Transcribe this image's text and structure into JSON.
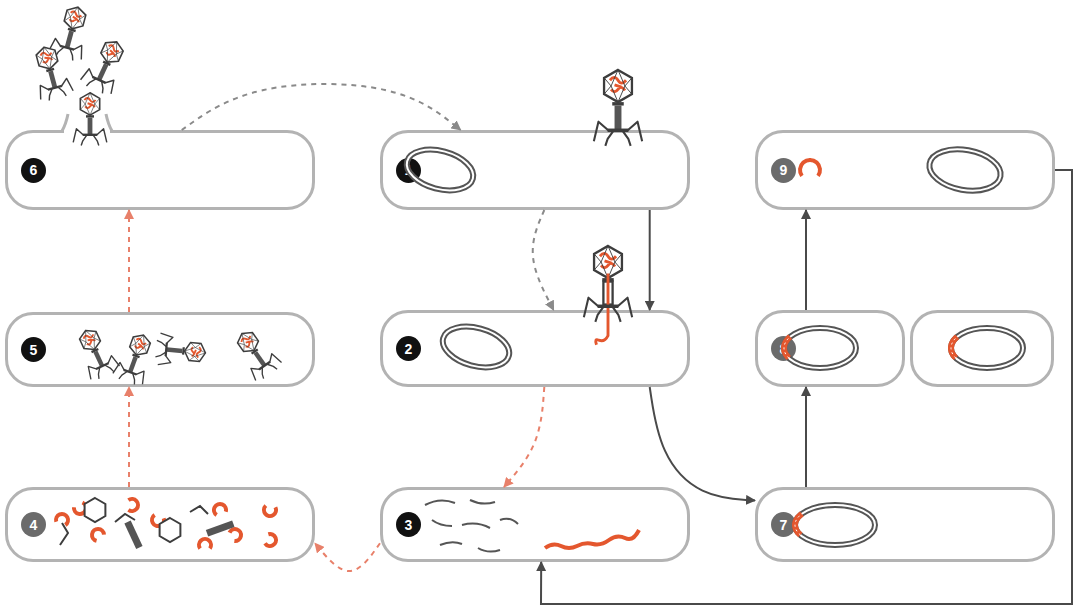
{
  "diagram": {
    "nodes": [
      {
        "text": [
          "1"
        ]
      },
      {
        "text": [
          "2"
        ]
      },
      {
        "text": [
          "3"
        ]
      },
      {
        "text": [
          "4"
        ]
      },
      {
        "text": [
          "5"
        ]
      },
      {
        "text": [
          "6"
        ]
      },
      {
        "text": [
          "7"
        ]
      },
      {
        "text": [
          "8"
        ]
      },
      {
        "text": [
          "9"
        ]
      }
    ],
    "edges": [
      {
        "from": 5,
        "to": 0,
        "arrow": "to"
      },
      {
        "from": 0,
        "to": 1,
        "arrow": "to"
      },
      {
        "from": 0,
        "to": 1,
        "arrow": "to"
      },
      {
        "from": 1,
        "to": 2,
        "arrow": "to"
      },
      {
        "from": 2,
        "to": 3,
        "arrow": "to"
      },
      {
        "from": 3,
        "to": 4,
        "arrow": "to"
      },
      {
        "from": 4,
        "to": 5,
        "arrow": "to"
      },
      {
        "from": 1,
        "to": 6,
        "arrow": "to"
      },
      {
        "from": 6,
        "to": 7,
        "arrow": "to"
      },
      {
        "from": 7,
        "to": 8,
        "arrow": "to"
      },
      {
        "from": 8,
        "to": 2,
        "arrow": "to"
      }
    ]
  }
}
